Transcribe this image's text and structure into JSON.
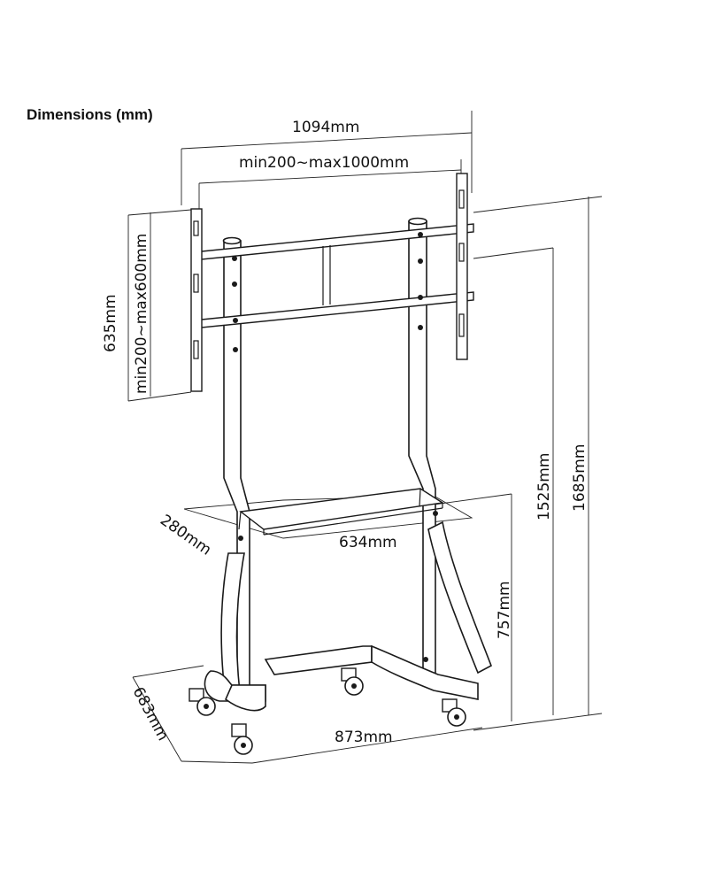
{
  "title": "Dimensions (mm)",
  "dimensions": {
    "overall_width": "1094mm",
    "vesa_horizontal": "min200~max1000mm",
    "overall_bracket_height": "635mm",
    "vesa_vertical": "min200~max600mm",
    "total_height": "1685mm",
    "max_mount_height": "1525mm",
    "shelf_height": "757mm",
    "shelf_depth": "280mm",
    "shelf_width": "634mm",
    "base_depth": "683mm",
    "base_width": "873mm"
  }
}
